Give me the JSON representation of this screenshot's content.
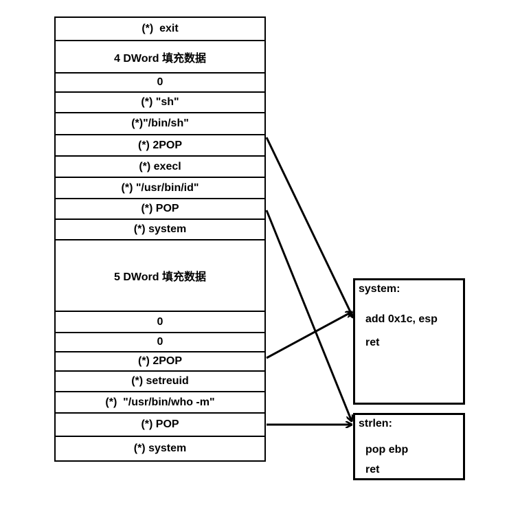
{
  "stack": [
    {
      "text": "(*)  exit"
    },
    {
      "text": "4 DWord 填充数据"
    },
    {
      "text": "0"
    },
    {
      "text": "(*) \"sh\""
    },
    {
      "text": "(*)\"/bin/sh\""
    },
    {
      "text": "(*) 2POP"
    },
    {
      "text": "(*) execl"
    },
    {
      "text": "(*) \"/usr/bin/id\""
    },
    {
      "text": "(*) POP"
    },
    {
      "text": "(*) system"
    },
    {
      "text": "5 DWord 填充数据"
    },
    {
      "text": "0"
    },
    {
      "text": "0"
    },
    {
      "text": "(*) 2POP"
    },
    {
      "text": "(*) setreuid"
    },
    {
      "text": "(*)  \"/usr/bin/who -m\""
    },
    {
      "text": "(*) POP"
    },
    {
      "text": "(*) system"
    }
  ],
  "gadgets": {
    "system_box": {
      "title": "system:",
      "lines": [
        "add 0x1c, esp",
        "ret"
      ]
    },
    "strlen_box": {
      "title": "strlen:",
      "lines": [
        "pop ebp",
        "ret"
      ]
    }
  }
}
